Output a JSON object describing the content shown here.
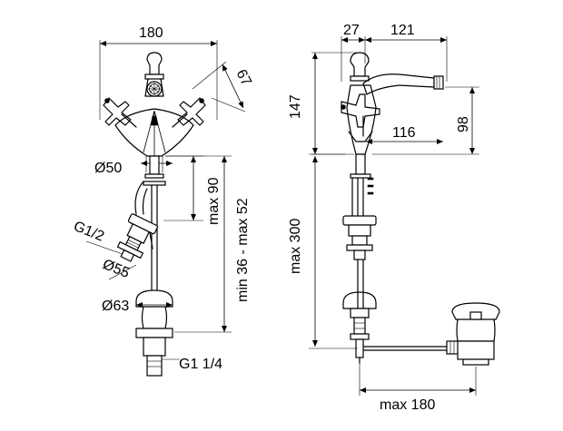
{
  "front_view": {
    "width_label": "180",
    "handle_angle_label": "67",
    "diameter_top_label": "Ø50",
    "max_90_label": "max 90",
    "range_label": "min 36 - max 52",
    "thread_label": "G1/2",
    "diameter_mid_label": "Ø55",
    "diameter_base_label": "Ø63",
    "waste_thread_label": "G1 1/4"
  },
  "side_view": {
    "offset_label": "27",
    "reach_label": "121",
    "height_label": "147",
    "spout_height_label": "98",
    "spout_reach_label": "116",
    "max_300_label": "max 300",
    "max_180_label": "max 180"
  }
}
